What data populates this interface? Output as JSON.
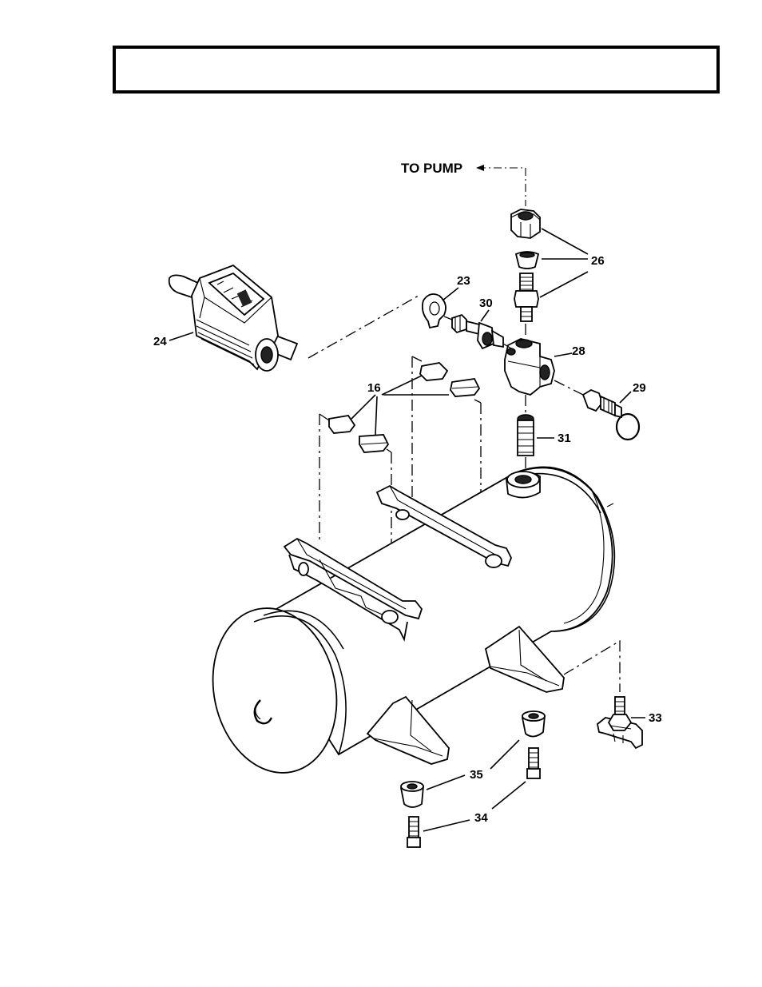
{
  "header": {
    "title": ""
  },
  "diagram": {
    "flow_label": "TO PUMP",
    "callouts": {
      "c16": "16",
      "c23": "23",
      "c24": "24",
      "c26": "26",
      "c28": "28",
      "c29": "29",
      "c30": "30",
      "c31": "31",
      "c33": "33",
      "c34": "34",
      "c35": "35"
    }
  }
}
